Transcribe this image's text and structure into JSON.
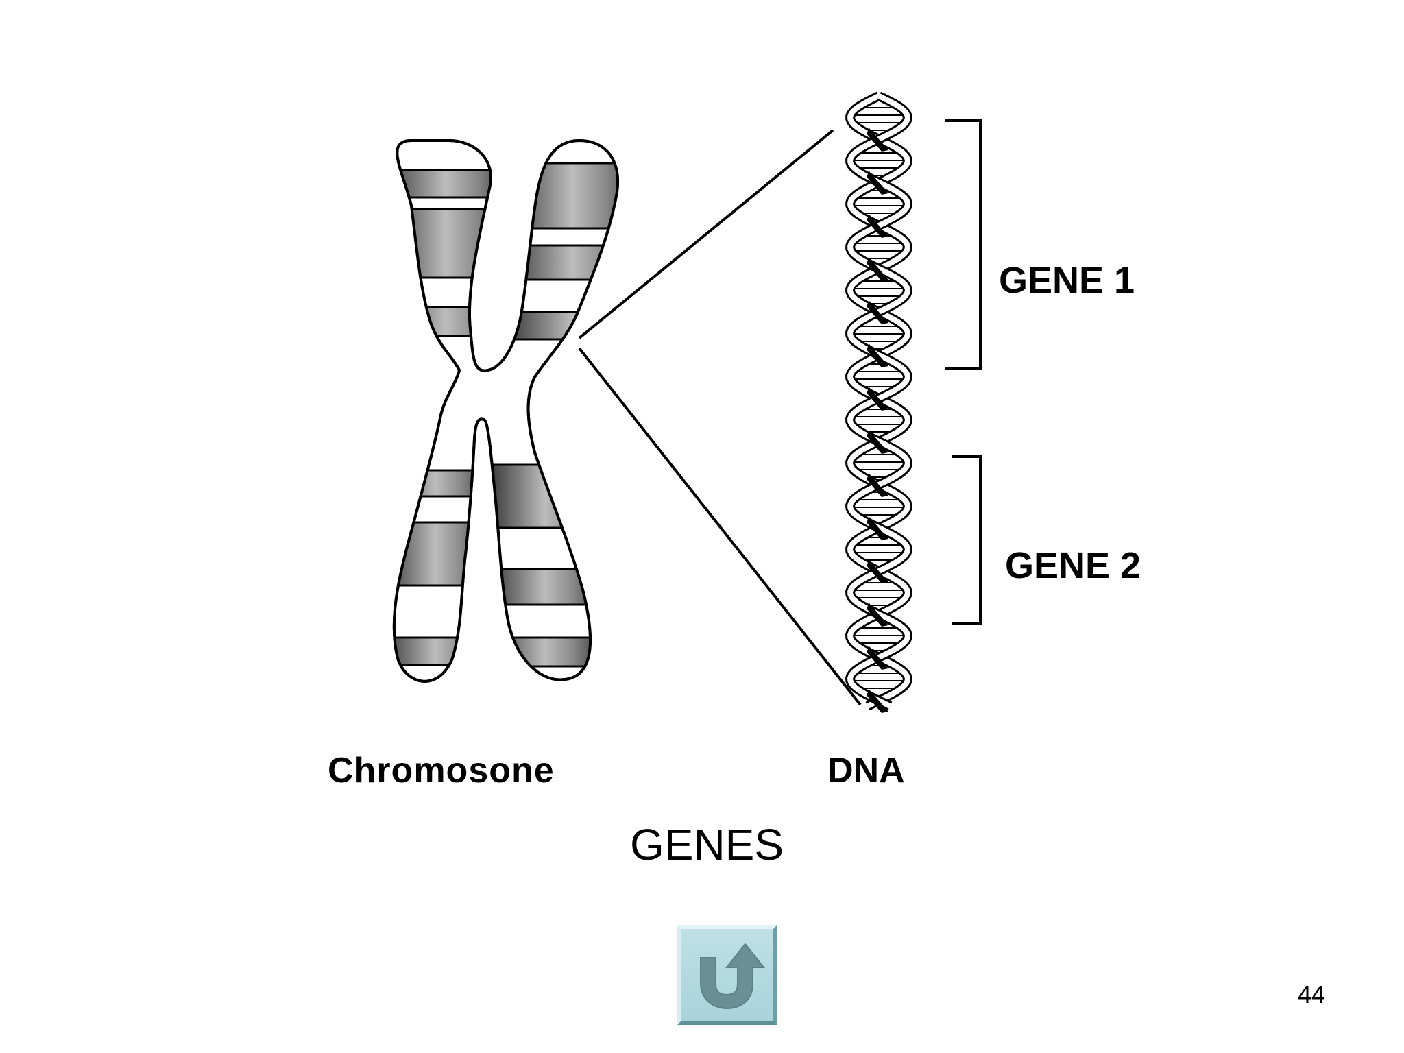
{
  "slide": {
    "title": "GENES",
    "page_number": "44"
  },
  "diagram": {
    "chromosome_label": "Chromosone",
    "dna_label": "DNA",
    "gene_labels": [
      "GENE 1",
      "GENE 2"
    ]
  },
  "navigation": {
    "return_button_icon": "u-turn-arrow-icon"
  },
  "colors": {
    "button_fill": "#a9d3db",
    "button_icon": "#6a8f97"
  }
}
